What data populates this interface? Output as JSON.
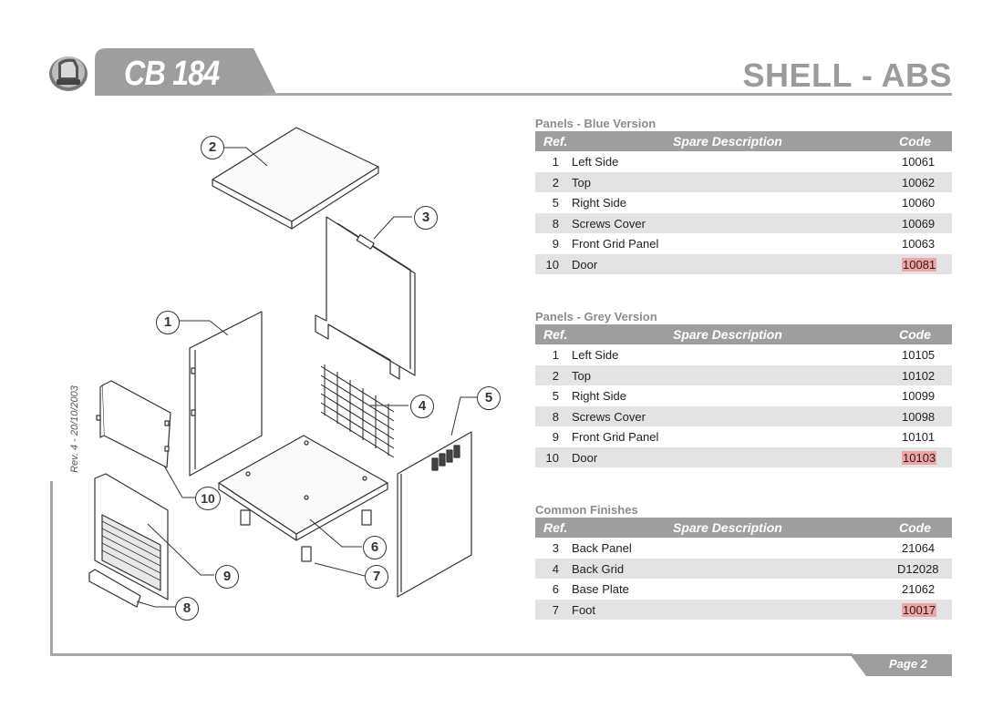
{
  "header": {
    "model": "CB 184",
    "title": "SHELL - ABS"
  },
  "revision": "Rev. 4 - 20/10/2003",
  "page_label": "Page 2",
  "callouts": [
    "1",
    "2",
    "3",
    "4",
    "5",
    "6",
    "7",
    "8",
    "9",
    "10"
  ],
  "columns": {
    "ref": "Ref.",
    "desc": "Spare Description",
    "code": "Code"
  },
  "sections": [
    {
      "title": "Panels -  Blue  Version",
      "rows": [
        {
          "ref": "1",
          "desc": "Left Side",
          "code": "10061",
          "hl": false
        },
        {
          "ref": "2",
          "desc": "Top",
          "code": "10062",
          "hl": false
        },
        {
          "ref": "5",
          "desc": "Right Side",
          "code": "10060",
          "hl": false
        },
        {
          "ref": "8",
          "desc": "Screws Cover",
          "code": "10069",
          "hl": false
        },
        {
          "ref": "9",
          "desc": "Front Grid Panel",
          "code": "10063",
          "hl": false
        },
        {
          "ref": "10",
          "desc": "Door",
          "code": "10081",
          "hl": true
        }
      ]
    },
    {
      "title": "Panels -  Grey  Version",
      "rows": [
        {
          "ref": "1",
          "desc": "Left Side",
          "code": "10105",
          "hl": false
        },
        {
          "ref": "2",
          "desc": "Top",
          "code": "10102",
          "hl": false
        },
        {
          "ref": "5",
          "desc": "Right Side",
          "code": "10099",
          "hl": false
        },
        {
          "ref": "8",
          "desc": "Screws Cover",
          "code": "10098",
          "hl": false
        },
        {
          "ref": "9",
          "desc": "Front Grid Panel",
          "code": "10101",
          "hl": false
        },
        {
          "ref": "10",
          "desc": "Door",
          "code": "10103",
          "hl": true
        }
      ]
    },
    {
      "title": "Common Finishes",
      "rows": [
        {
          "ref": "3",
          "desc": "Back Panel",
          "code": "21064",
          "hl": false
        },
        {
          "ref": "4",
          "desc": "Back Grid",
          "code": "D12028",
          "hl": false
        },
        {
          "ref": "6",
          "desc": "Base Plate",
          "code": "21062",
          "hl": false
        },
        {
          "ref": "7",
          "desc": "Foot",
          "code": "10017",
          "hl": true
        }
      ]
    }
  ],
  "colors": {
    "header_grey": "#9e9e9e",
    "highlight": "#f2a3a3",
    "row_alt": "#e3e3e3"
  }
}
